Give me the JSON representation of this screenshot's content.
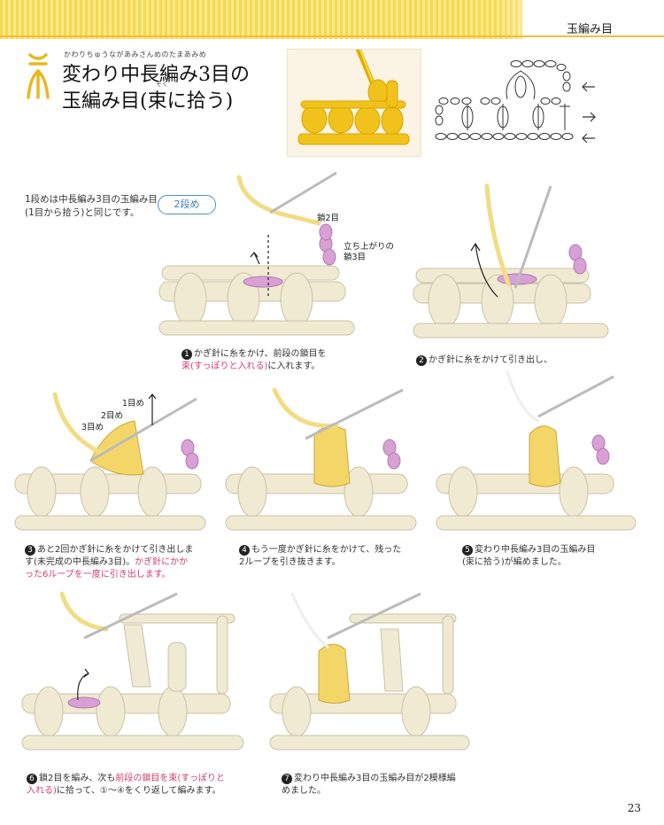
{
  "header": {
    "section_label": "玉編み目",
    "ruby": "かわりちゅうながあみさんめのたまあみめ",
    "title_line1": "変わり中長編み3目の",
    "title_line2": "玉編み目(束に拾う)",
    "ruby_soku": "そく"
  },
  "intro_text": "1段めは中長編み3目の玉編み目(1目から拾う)と同じです。",
  "round_badge": "2段め",
  "labels": {
    "chain2": "鎖2目",
    "turning_chain_l1": "立ち上がりの",
    "turning_chain_l2": "鎖3目",
    "first": "1目め",
    "second": "2目め",
    "third": "3目め"
  },
  "steps": [
    {
      "num": "1",
      "a": "かぎ針に糸をかけ、前段の鎖目を",
      "b": "束(すっぽりと入れる)",
      "c": "に入れます。"
    },
    {
      "num": "2",
      "a": "かぎ針に糸をかけて引き出し、"
    },
    {
      "num": "3",
      "a": "あと2回かぎ針に糸をかけて引き出しま",
      "b": "す(未完成の中長編み3目)。",
      "c": "かぎ針にかか",
      "d": "った6ループを一度に引き出します。"
    },
    {
      "num": "4",
      "a": "もう一度かぎ針に糸をかけて、残った",
      "b": "2ループを引き抜きます。"
    },
    {
      "num": "5",
      "a": "変わり中長編み3目の玉編み目",
      "b": "(束に拾う)が編めました。"
    },
    {
      "num": "6",
      "a": "鎖2目を編み、次も",
      "b": "前段の鎖目を束",
      "c": "(すっぽりと",
      "d": "入れる)",
      "e": "に拾って、①～④をくり返して編みます。"
    },
    {
      "num": "7",
      "a": "変わり中長編み3目の玉編み目が2模様編",
      "b": "めました。"
    }
  ],
  "page_number": "23",
  "colors": {
    "yarn": "#f1e5c0",
    "yellow": "#f4d668",
    "pink": "#d99ad0",
    "accent_blue": "#3a7cc0",
    "pink_text": "#d33b72"
  }
}
